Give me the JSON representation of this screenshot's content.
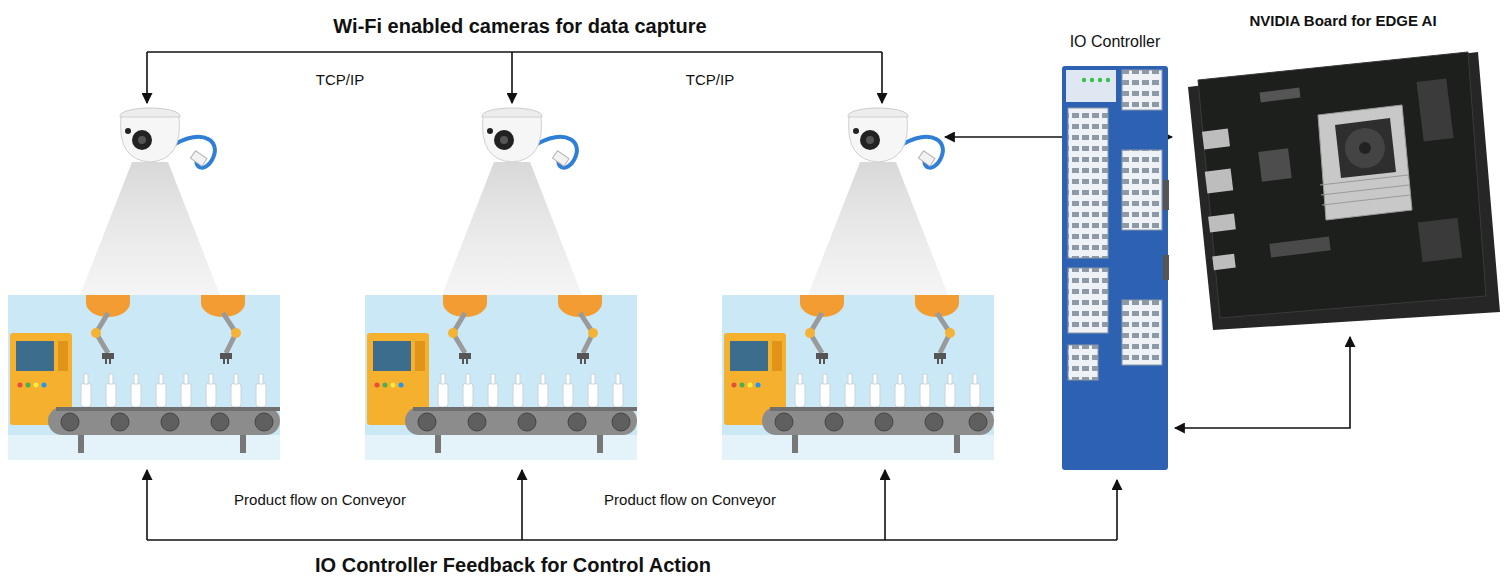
{
  "diagram": {
    "nodes": [
      {
        "text": [
          "IO Controller"
        ]
      },
      {
        "text": [
          "NVIDIA Board for EDGE AI"
        ]
      }
    ],
    "edges": [
      {
        "from": 0,
        "to": 1,
        "arrow": "both"
      }
    ],
    "labels": [
      "Wi-Fi enabled cameras for data capture",
      "TCP/IP",
      "TCP/IP",
      "Product flow on Conveyor",
      "Product flow on Conveyor",
      "IO Controller Feedback for Control Action"
    ]
  }
}
